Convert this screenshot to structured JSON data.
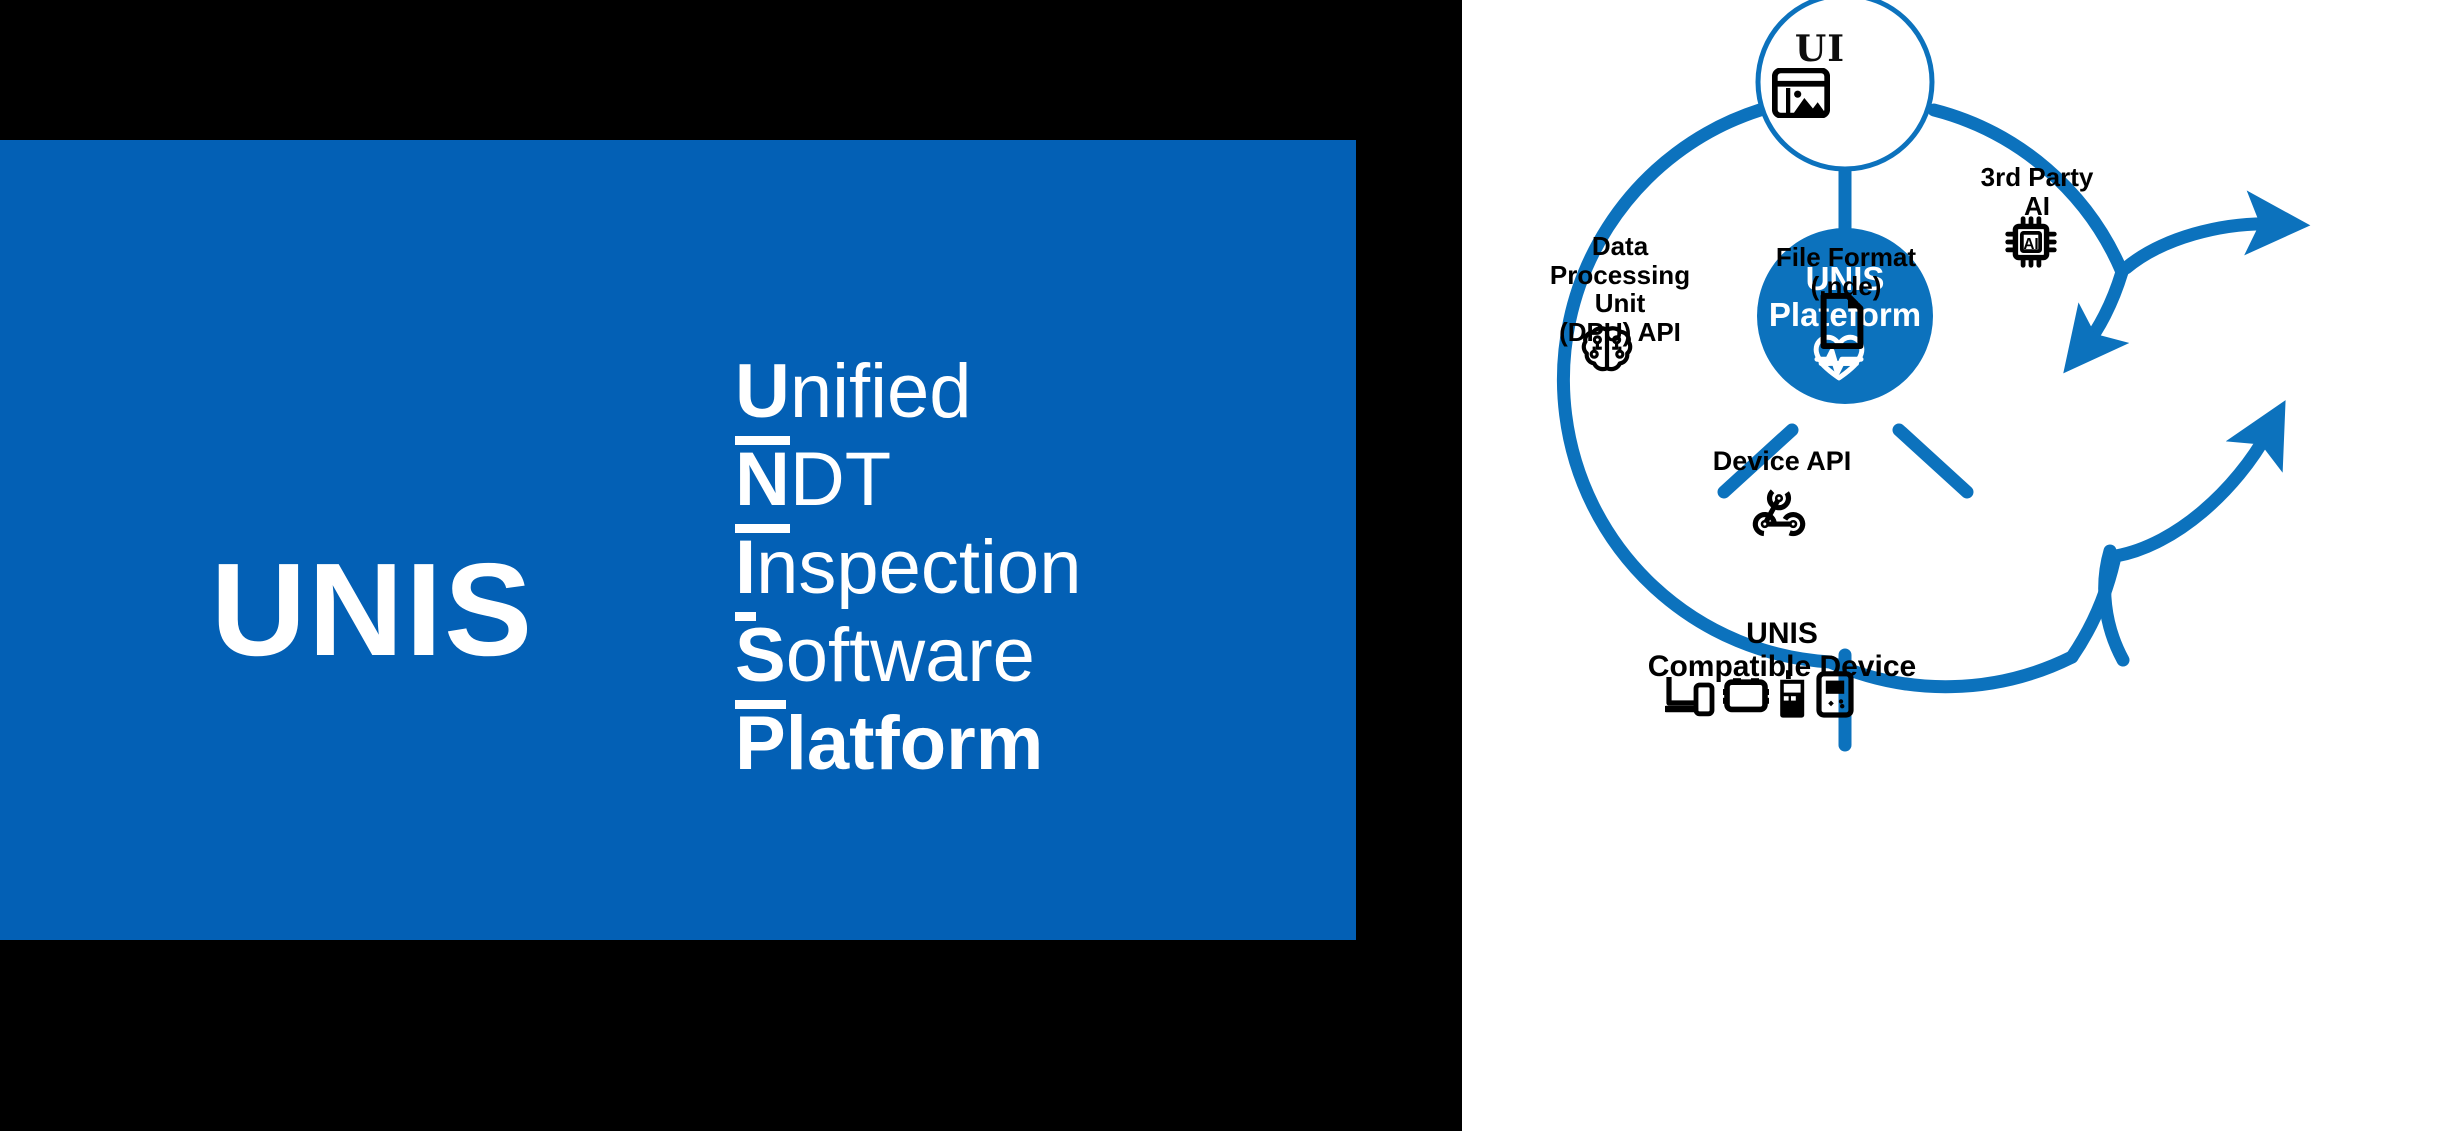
{
  "colors": {
    "brand_blue": "#0360B5",
    "diagram_blue": "#0C72BD",
    "background_black": "#000000",
    "panel_white": "#FFFFFF",
    "text_white": "#FFFFFF",
    "text_black": "#000000"
  },
  "left_panel": {
    "acronym": "UNIS",
    "expansion": [
      {
        "initial": "U",
        "rest": "nified",
        "bold_all": false
      },
      {
        "initial": "N",
        "rest": "DT",
        "bold_all": false
      },
      {
        "initial": "I",
        "rest": "nspection",
        "bold_all": false
      },
      {
        "initial": "S",
        "rest": "oftware",
        "bold_all": false
      },
      {
        "initial": "P",
        "rest": "latform",
        "bold_all": true
      }
    ],
    "expansion_full": "Unified NDT Inspection Software Platform"
  },
  "diagram": {
    "center": {
      "label": "UNIS\nPlateform",
      "icon": "heart-pulse-icon"
    },
    "nodes": [
      {
        "id": "ui",
        "label": "UI",
        "icon": "image-window-icon"
      },
      {
        "id": "dpu",
        "label": "Data\nProcessing\nUnit\n(DPU) API",
        "icon": "brain-circuit-icon"
      },
      {
        "id": "file-format",
        "label": "File Format\n(.nde)",
        "icon": "document-file-icon"
      },
      {
        "id": "third-party-ai",
        "label": "3rd Party\nAI",
        "icon": "ai-chip-icon"
      },
      {
        "id": "device-api",
        "label": "Device API",
        "icon": "webhook-nodes-icon"
      },
      {
        "id": "compatible-device",
        "label": "UNIS\nCompatible Device",
        "icon": "devices-row-icon"
      }
    ]
  }
}
